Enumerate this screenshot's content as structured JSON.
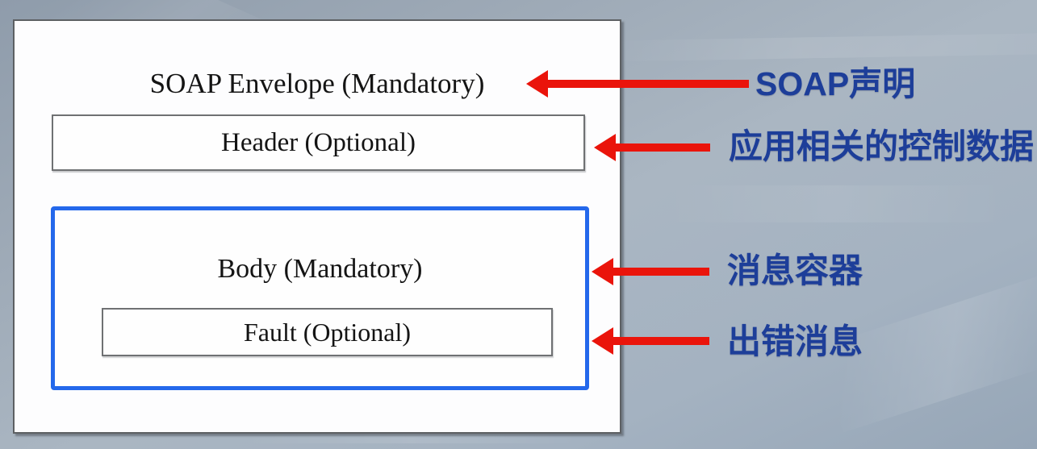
{
  "diagram": {
    "envelope_label": "SOAP Envelope (Mandatory)",
    "header_label": "Header (Optional)",
    "body_label": "Body (Mandatory)",
    "fault_label": "Fault (Optional)"
  },
  "annotations": [
    {
      "label": "SOAP声明",
      "target": "envelope"
    },
    {
      "label": "应用相关的控制数据",
      "target": "header"
    },
    {
      "label": "消息容器",
      "target": "body"
    },
    {
      "label": "出错消息",
      "target": "fault"
    }
  ],
  "colors": {
    "arrow_red": "#ea140b",
    "annotation_blue": "#1d3e99",
    "body_border_blue": "#2468eb",
    "box_border_gray": "#6f7173",
    "background_bluegray": "#a4b0bd"
  }
}
